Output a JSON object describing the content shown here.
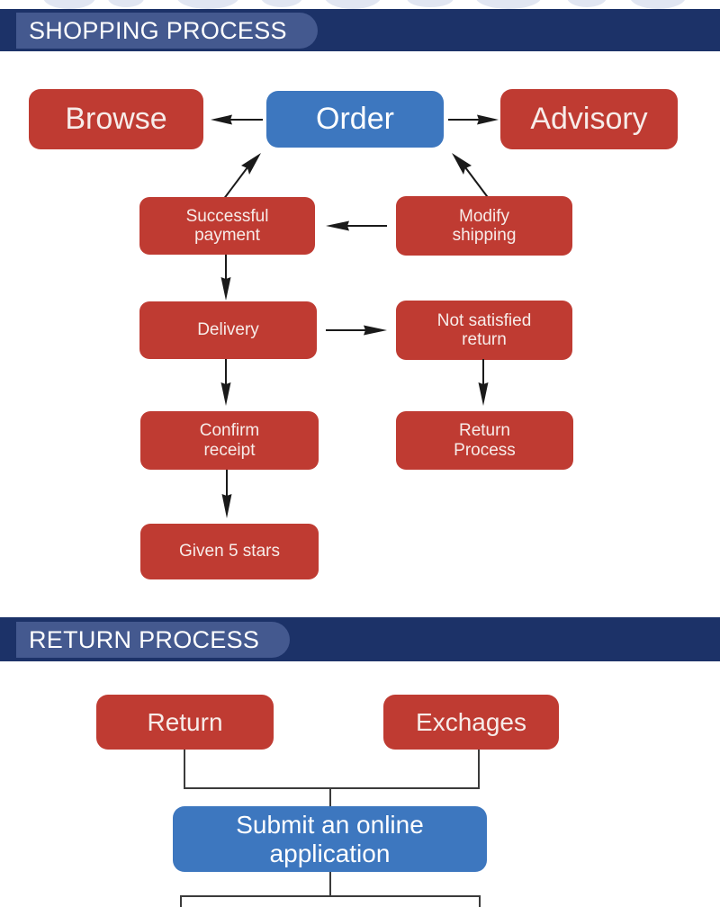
{
  "sections": [
    {
      "id": "shopping",
      "banner_title": "SHOPPING PROCESS"
    },
    {
      "id": "return",
      "banner_title": "RETURN PROCESS"
    }
  ],
  "colors": {
    "banner_bg": "#1c3268",
    "banner_tab": "#44598f",
    "node_red": "#bf3b32",
    "node_blue": "#3d77bf",
    "connector": "#3b3b3b",
    "page_bg": "#ffffff"
  },
  "shopping_flow": {
    "nodes": {
      "browse": "Browse",
      "order": "Order",
      "advisory": "Advisory",
      "successful_payment": "Successful\npayment",
      "modify_shipping": "Modify\nshipping",
      "delivery": "Delivery",
      "not_satisfied_return": "Not satisfied\nreturn",
      "confirm_receipt": "Confirm\nreceipt",
      "return_process": "Return\nProcess",
      "given_5_stars": "Given 5 stars"
    }
  },
  "return_flow": {
    "nodes": {
      "return": "Return",
      "exchages": "Exchages",
      "submit_application": "Submit an online\napplication"
    }
  }
}
